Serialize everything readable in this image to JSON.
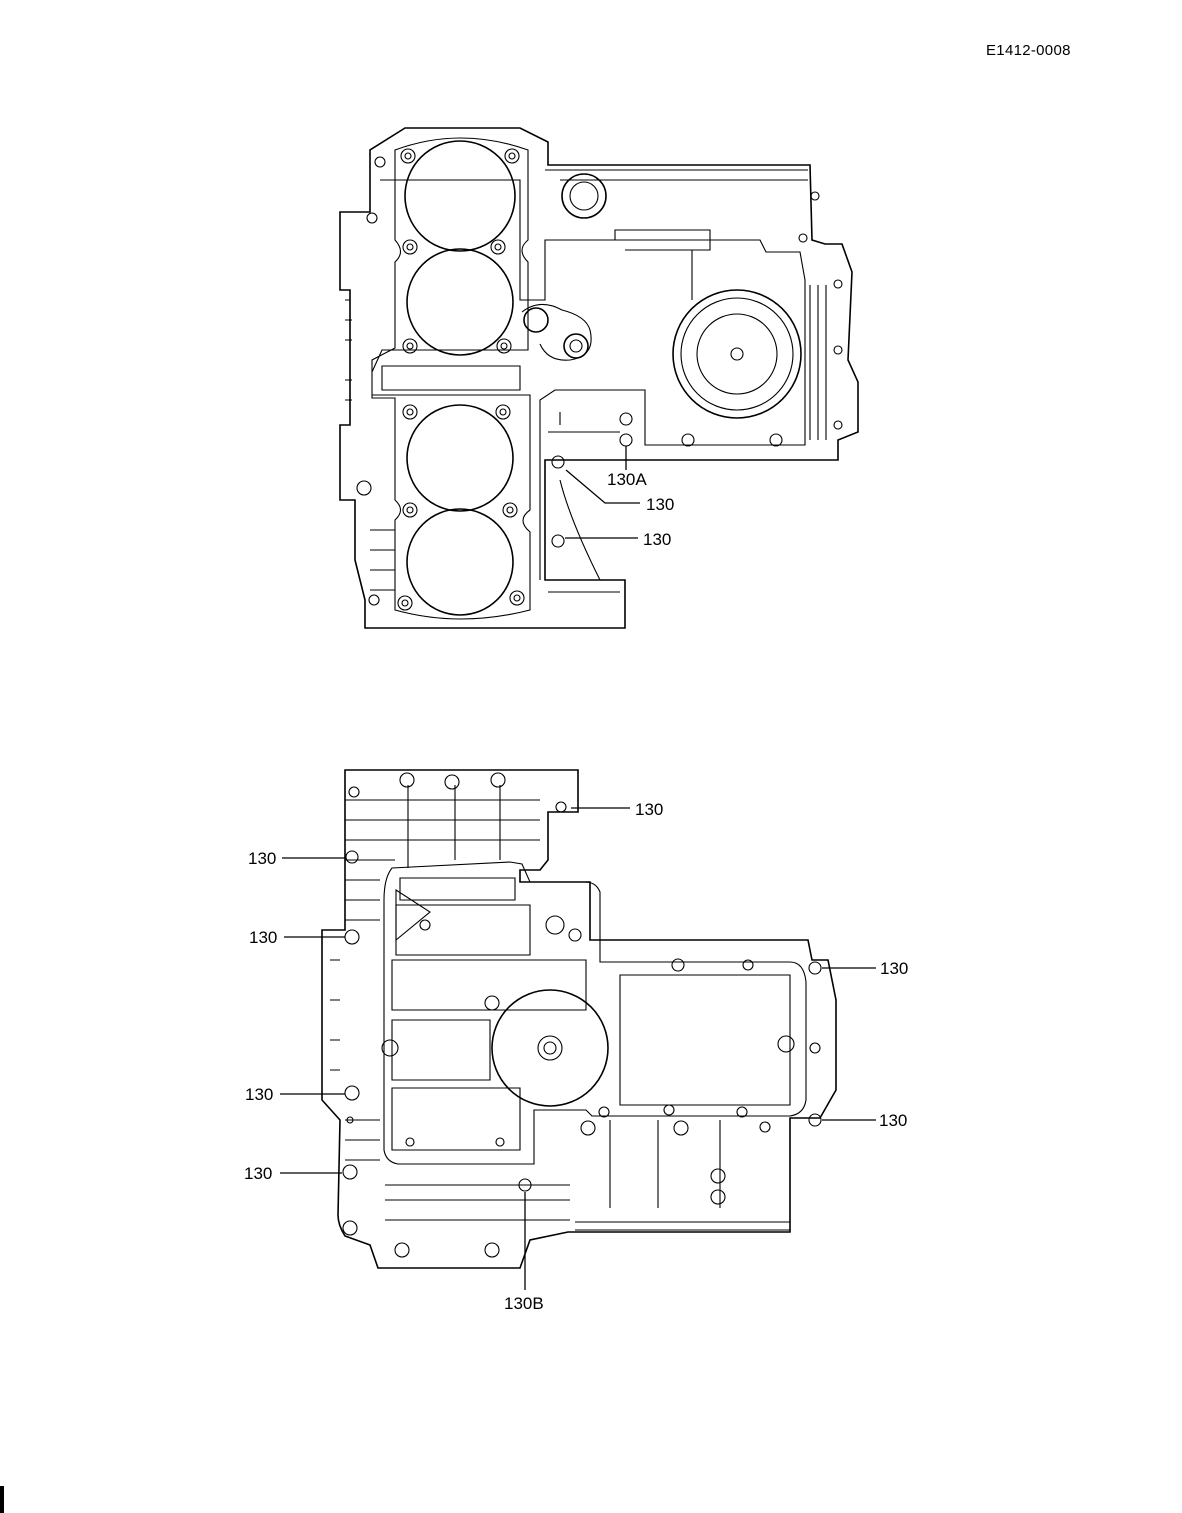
{
  "document": {
    "code": "E1412-0008"
  },
  "upper_figure": {
    "callouts": [
      {
        "text": "130A",
        "icon": "leader-line-icon"
      },
      {
        "text": "130",
        "icon": "leader-line-icon"
      },
      {
        "text": "130",
        "icon": "leader-line-icon"
      }
    ]
  },
  "lower_figure": {
    "callouts": [
      {
        "text": "130"
      },
      {
        "text": "130"
      },
      {
        "text": "130"
      },
      {
        "text": "130"
      },
      {
        "text": "130"
      },
      {
        "text": "130"
      },
      {
        "text": "130"
      },
      {
        "text": "130B"
      }
    ]
  }
}
